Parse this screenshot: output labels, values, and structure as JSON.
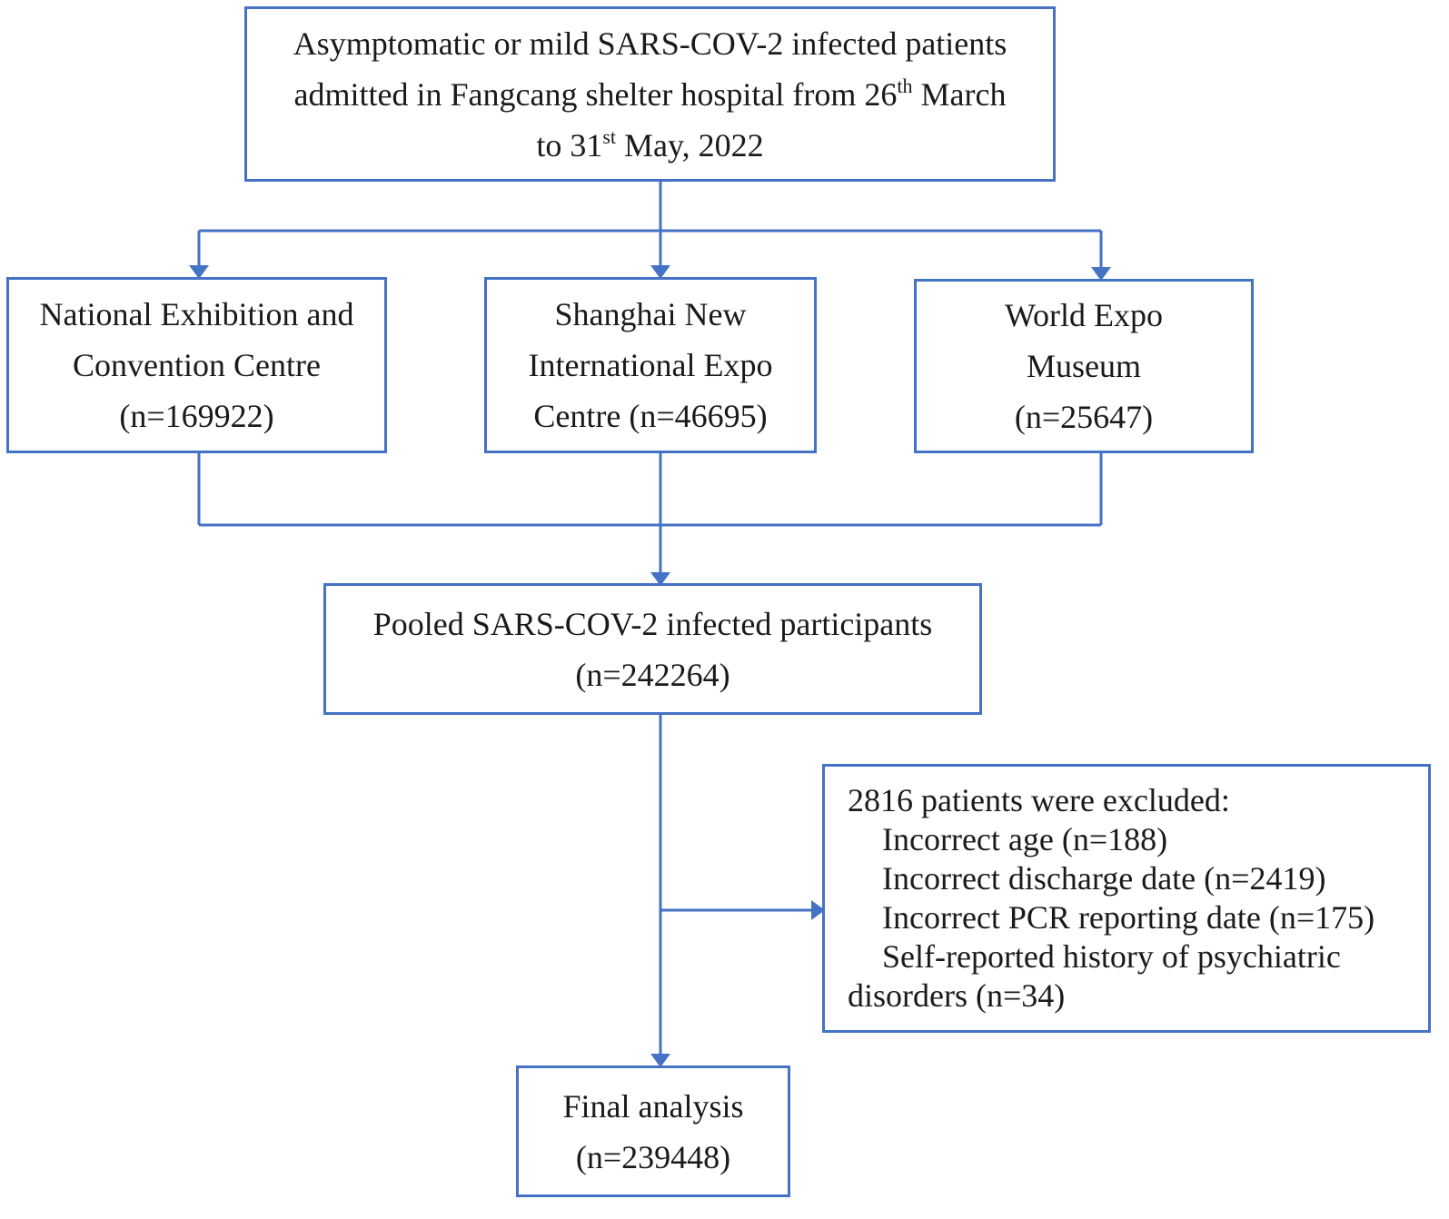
{
  "colors": {
    "border": "#4472c4",
    "text": "#1a1a1a",
    "background": "#ffffff"
  },
  "top": {
    "line1": "Asymptomatic or mild SARS-COV-2 infected patients",
    "line2_pre": "admitted in Fangcang shelter hospital from 26",
    "line2_sup": "th",
    "line2_post": " March",
    "line3_pre": "to 31",
    "line3_sup": "st",
    "line3_post": " May, 2022"
  },
  "sites": [
    {
      "lines": [
        "National Exhibition and",
        "Convention Centre",
        "(n=169922)"
      ]
    },
    {
      "lines": [
        "Shanghai New",
        "International Expo",
        "Centre (n=46695)"
      ]
    },
    {
      "lines": [
        "World Expo",
        "Museum",
        "(n=25647)"
      ]
    }
  ],
  "pooled": {
    "lines": [
      "Pooled SARS-COV-2 infected participants",
      "(n=242264)"
    ]
  },
  "excluded": {
    "heading": "2816 patients were excluded:",
    "items": [
      "Incorrect age (n=188)",
      "Incorrect discharge date (n=2419)",
      "Incorrect PCR reporting date (n=175)",
      "Self-reported history of psychiatric"
    ],
    "continuation": "disorders (n=34)"
  },
  "final": {
    "lines": [
      "Final analysis",
      "(n=239448)"
    ]
  }
}
